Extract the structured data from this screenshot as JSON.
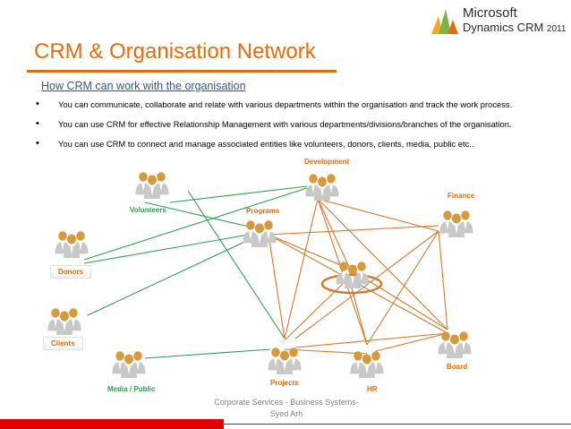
{
  "logo": {
    "brand": "Microsoft",
    "product": "Dynamics CRM",
    "year": "2011"
  },
  "title": "CRM & Organisation Network",
  "subtitle": "How CRM can work with the organisation",
  "bullets": [
    "You can communicate, collaborate and relate with various departments within the organisation and track the work process.",
    "You can use CRM for effective Relationship Management with various departments/divisions/branches of the organisation.",
    "You can use CRM to connect and manage associated entities like volunteers, donors, clients, media, public etc.."
  ],
  "nodes": {
    "development": "Development",
    "finance": "Finance",
    "volunteers": "Volunteers",
    "programs": "Programs",
    "donors": "Donors",
    "clients": "Clients",
    "board": "Board",
    "projects": "Projects",
    "hr": "HR",
    "media_public": "Media / Public"
  },
  "footer": {
    "line1": "Corporate Services - Business Systems-",
    "line2": "Syed Arh"
  },
  "colors": {
    "accent": "#e46c0a",
    "link_green": "#2e9e4f",
    "heading_blue": "#2f5597",
    "bar_red": "#e00000"
  }
}
